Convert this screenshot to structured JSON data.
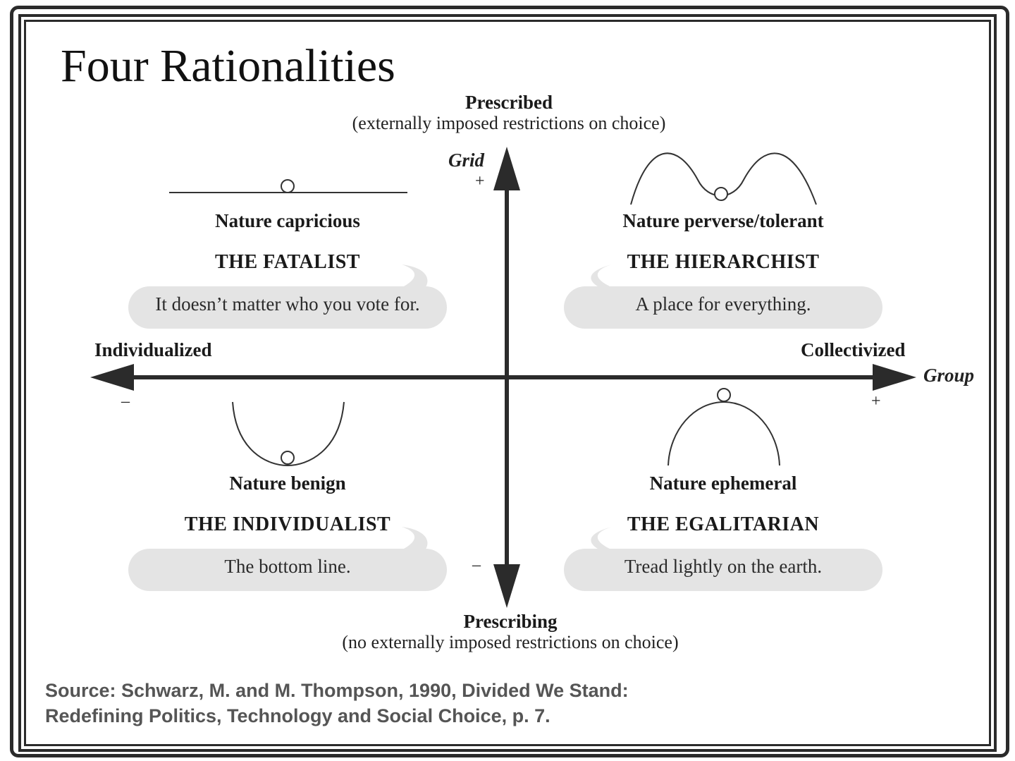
{
  "title": "Four Rationalities",
  "grid_axis": {
    "name": "Grid",
    "top_label": "Prescribed",
    "top_sublabel": "(externally imposed restrictions on choice)",
    "bottom_label": "Prescribing",
    "bottom_sublabel": "(no externally imposed restrictions on choice)",
    "plus": "+",
    "minus": "–"
  },
  "group_axis": {
    "name": "Group",
    "left_label": "Individualized",
    "right_label": "Collectivized",
    "plus": "+",
    "minus": "–"
  },
  "quadrants": {
    "fatalist": {
      "nature": "Nature capricious",
      "type": "THE FATALIST",
      "quote": "It doesn’t matter who you vote for."
    },
    "hierarchist": {
      "nature": "Nature perverse/tolerant",
      "type": "THE HIERARCHIST",
      "quote": "A place for everything."
    },
    "individualist": {
      "nature": "Nature benign",
      "type": "THE INDIVIDUALIST",
      "quote": "The bottom line."
    },
    "egalitarian": {
      "nature": "Nature ephemeral",
      "type": "THE EGALITARIAN",
      "quote": "Tread lightly on the earth."
    }
  },
  "source": {
    "line1": "Source: Schwarz, M. and M. Thompson, 1990, Divided We Stand:",
    "line2": "Redefining Politics, Technology and Social Choice, p. 7."
  },
  "colors": {
    "ink": "#2b2b2b",
    "bubble": "#e4e4e4",
    "source_text": "#555555"
  }
}
